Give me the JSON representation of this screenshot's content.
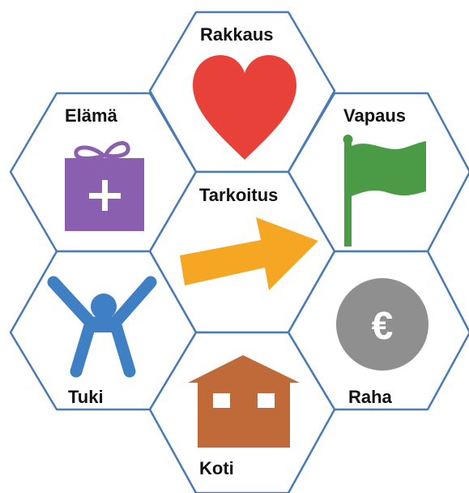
{
  "colors": {
    "hex_stroke": "#4a7ab5",
    "heart": "#e8413a",
    "gift": "#8a5fb0",
    "gift_cross": "#ffffff",
    "flag": "#4b9a45",
    "arrow": "#f5a623",
    "figure": "#3f7fc4",
    "coin": "#8f8f8f",
    "coin_symbol": "#ffffff",
    "house": "#c06a3a",
    "house_window": "#ffffff"
  },
  "cells": {
    "rakkaus": {
      "label": "Rakkaus",
      "icon": "heart-icon"
    },
    "elama": {
      "label": "Elämä",
      "icon": "gift-icon"
    },
    "vapaus": {
      "label": "Vapaus",
      "icon": "flag-icon"
    },
    "tarkoitus": {
      "label": "Tarkoitus",
      "icon": "arrow-icon"
    },
    "tuki": {
      "label": "Tuki",
      "icon": "person-icon"
    },
    "raha": {
      "label": "Raha",
      "icon": "euro-coin-icon",
      "symbol": "€"
    },
    "koti": {
      "label": "Koti",
      "icon": "house-icon"
    }
  }
}
